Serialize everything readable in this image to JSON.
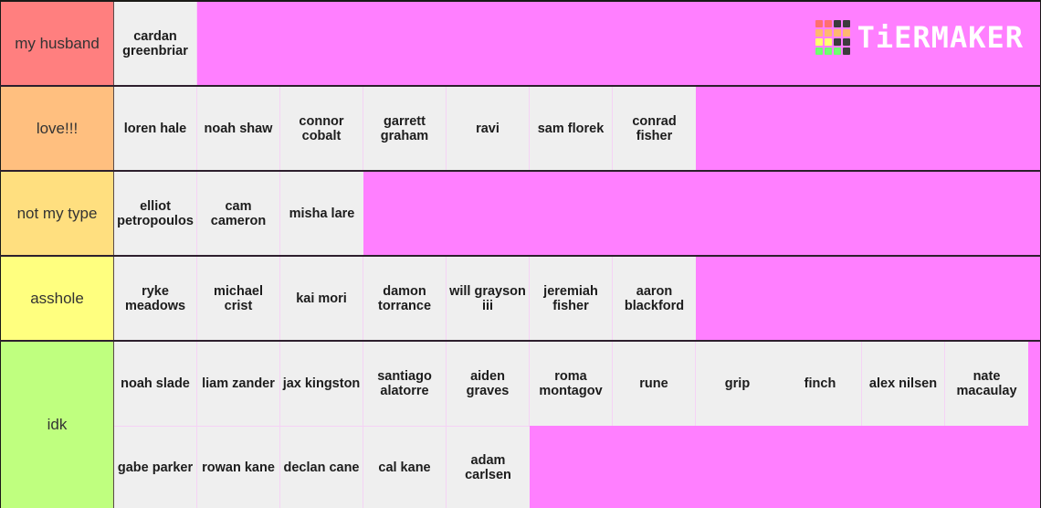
{
  "logo": {
    "text": "TiERMAKER",
    "grid_colors": [
      "#ff6f6f",
      "#ff6f6f",
      "#3c3c3c",
      "#3c3c3c",
      "#ffb86f",
      "#ffb86f",
      "#ffb86f",
      "#ffb86f",
      "#ffff6f",
      "#ffff6f",
      "#3c3c3c",
      "#3c3c3c",
      "#6fff6f",
      "#6fff6f",
      "#6fff6f",
      "#3c3c3c"
    ]
  },
  "colors": {
    "tier_background": "#ff7fff",
    "tile_background": "#efefef"
  },
  "tiers": [
    {
      "label": "my husband",
      "color": "#ff7f7f",
      "items": [
        "cardan greenbriar"
      ]
    },
    {
      "label": "love!!!",
      "color": "#ffbf7f",
      "items": [
        "loren hale",
        "noah shaw",
        "connor cobalt",
        "garrett graham",
        "ravi",
        "sam florek",
        "conrad fisher"
      ]
    },
    {
      "label": "not my type",
      "color": "#ffdf7f",
      "items": [
        "elliot petropoulos",
        "cam cameron",
        "misha lare"
      ]
    },
    {
      "label": "asshole",
      "color": "#ffff7f",
      "items": [
        "ryke meadows",
        "michael crist",
        "kai mori",
        "damon torrance",
        "will grayson iii",
        "jeremiah fisher",
        "aaron blackford"
      ]
    },
    {
      "label": "idk",
      "color": "#bfff7f",
      "items": [
        "noah slade",
        "liam zander",
        "jax kingston",
        "santiago alatorre",
        "aiden graves",
        "roma montagov",
        "rune",
        "grip",
        "finch",
        "alex nilsen",
        "nate macaulay",
        "gabe parker",
        "rowan kane",
        "declan cane",
        "cal kane",
        "adam carlsen"
      ]
    }
  ]
}
